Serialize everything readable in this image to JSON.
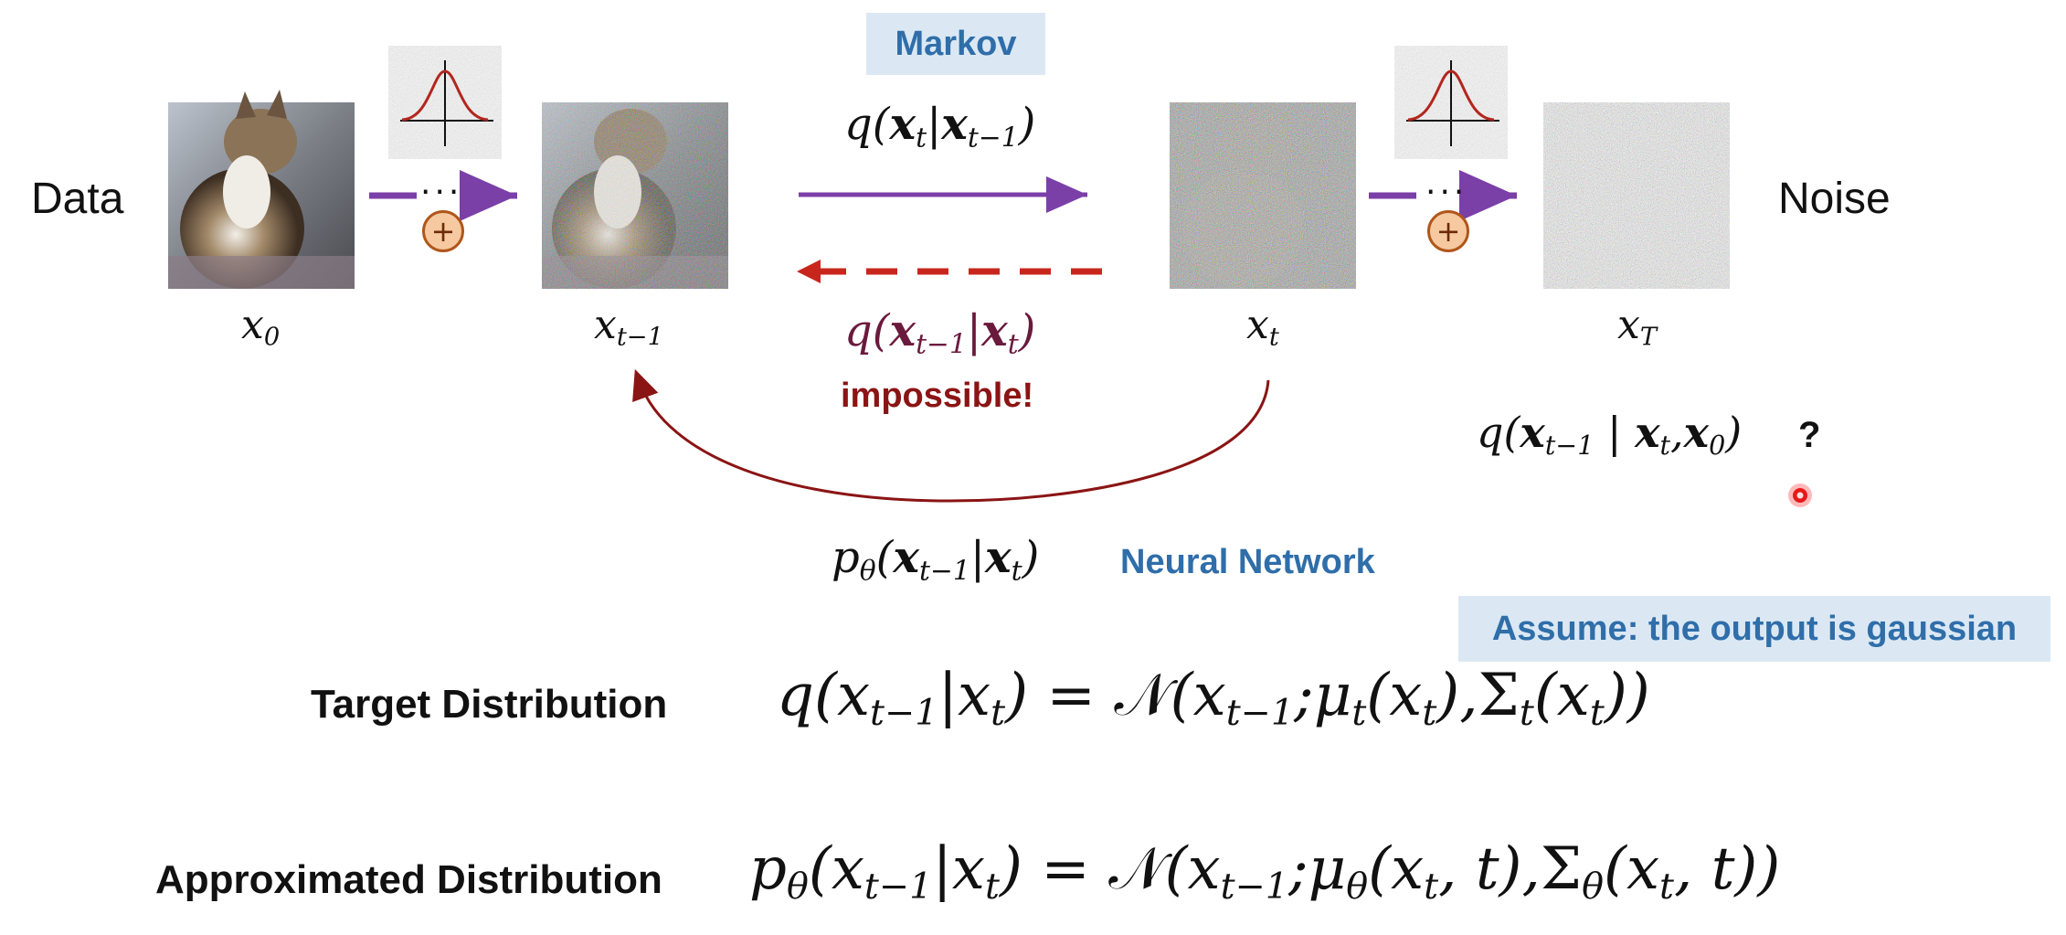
{
  "diagram": {
    "left_label": "Data",
    "right_label": "Noise",
    "states": {
      "x0": "x",
      "x0_sub": "0",
      "xt1": "x",
      "xt1_sub": "t−1",
      "xt": "x",
      "xt_sub": "t",
      "xT": "x",
      "xT_sub": "T"
    },
    "markov_tag": "Markov",
    "forward_q": {
      "fn": "q",
      "open": "(",
      "a": "x",
      "a_sub": "t",
      "bar": "|",
      "b": "x",
      "b_sub": "t−1",
      "close": ")"
    },
    "reverse_q": {
      "fn": "q",
      "open": "(",
      "a": "x",
      "a_sub": "t−1",
      "bar": "|",
      "b": "x",
      "b_sub": "t",
      "close": ")"
    },
    "impossible_text": "impossible!",
    "p_theta": {
      "fn": "p",
      "fn_sub": "θ",
      "open": "(",
      "a": "x",
      "a_sub": "t−1",
      "bar": "|",
      "b": "x",
      "b_sub": "t",
      "close": ")"
    },
    "neural_network": "Neural Network",
    "posterior_q": {
      "fn": "q",
      "open": "(",
      "a": "x",
      "a_sub": "t−1",
      "bar": " | ",
      "b": "x",
      "b_sub": "t",
      "comma": ",",
      "c": "x",
      "c_sub": "0",
      "close": ")"
    },
    "question_mark": "?",
    "dots": "···",
    "plus": "+",
    "assume_tag": "Assume: the output is gaussian"
  },
  "equations": {
    "target_label": "Target Distribution",
    "target_lhs": {
      "fn": "q",
      "open": "(",
      "a": "x",
      "a_sub": "t−1",
      "bar": "|",
      "b": "x",
      "b_sub": "t",
      "close": ")"
    },
    "target_rhs": {
      "eq": "=",
      "N": "𝒩",
      "open": "(",
      "x": "x",
      "x_sub": "t−1",
      "semi": ";",
      "mu": "μ",
      "mu_sub": "t",
      "mu_arg": "(x",
      "mu_arg_sub": "t",
      "mu_close": ")",
      "comma": ",",
      "sig": "Σ",
      "sig_sub": "t",
      "sig_arg": "(x",
      "sig_arg_sub": "t",
      "sig_close": ")",
      "close": ")"
    },
    "approx_label": "Approximated Distribution",
    "approx_lhs": {
      "fn": "p",
      "fn_sub": "θ",
      "open": "(",
      "a": "x",
      "a_sub": "t−1",
      "bar": "|",
      "b": "x",
      "b_sub": "t",
      "close": ")"
    },
    "approx_rhs": {
      "eq": "=",
      "N": "𝒩",
      "open": "(",
      "x": "x",
      "x_sub": "t−1",
      "semi": ";",
      "mu": "μ",
      "mu_sub": "θ",
      "mu_arg": "(x",
      "mu_arg_sub": "t",
      "mu_arg_tail": ", t)",
      "comma": ",",
      "sig": "Σ",
      "sig_sub": "θ",
      "sig_arg": "(x",
      "sig_arg_sub": "t",
      "sig_arg_tail": ", t)",
      "close": ")"
    }
  },
  "colors": {
    "forward_arrow": "#7b3fa8",
    "reverse_arrow": "#c8261c",
    "curve_arrow": "#8b1414",
    "tag_blue": "#2f6ea9",
    "tag_bg": "#dbe8f4",
    "plus_fill": "#f6c9a0",
    "pointer": "#e6191a"
  },
  "icons": {
    "gaussian": "gaussian-curve-icon",
    "pointer": "laser-pointer-icon",
    "plus": "plus-circle-icon"
  }
}
